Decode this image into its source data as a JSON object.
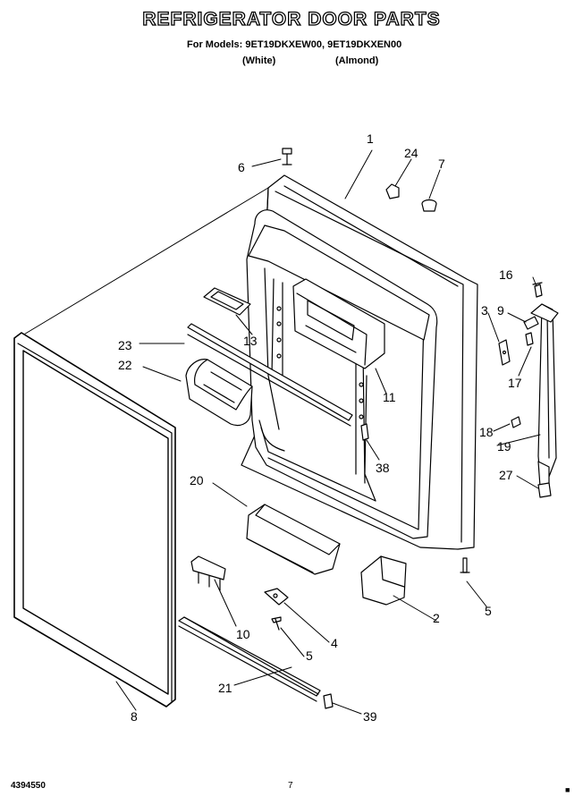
{
  "header": {
    "title": "REFRIGERATOR DOOR PARTS",
    "models": "For Models: 9ET19DKXEW00, 9ET19DKXEN00",
    "color_white": "(White)",
    "color_almond": "(Almond)"
  },
  "footer": {
    "doc_number": "4394550",
    "page_number": "7"
  },
  "callouts": [
    {
      "id": "c1",
      "label": "1"
    },
    {
      "id": "c24",
      "label": "24"
    },
    {
      "id": "c7",
      "label": "7"
    },
    {
      "id": "c6",
      "label": "6"
    },
    {
      "id": "c16",
      "label": "16"
    },
    {
      "id": "c3",
      "label": "3"
    },
    {
      "id": "c9",
      "label": "9"
    },
    {
      "id": "c23",
      "label": "23"
    },
    {
      "id": "c13",
      "label": "13"
    },
    {
      "id": "c22",
      "label": "22"
    },
    {
      "id": "c11",
      "label": "11"
    },
    {
      "id": "c17",
      "label": "17"
    },
    {
      "id": "c18",
      "label": "18"
    },
    {
      "id": "c19",
      "label": "19"
    },
    {
      "id": "c38",
      "label": "38"
    },
    {
      "id": "c27",
      "label": "27"
    },
    {
      "id": "c20",
      "label": "20"
    },
    {
      "id": "c2",
      "label": "2"
    },
    {
      "id": "c5a",
      "label": "5"
    },
    {
      "id": "c10",
      "label": "10"
    },
    {
      "id": "c4",
      "label": "4"
    },
    {
      "id": "c5b",
      "label": "5"
    },
    {
      "id": "c21",
      "label": "21"
    },
    {
      "id": "c39",
      "label": "39"
    },
    {
      "id": "c8",
      "label": "8"
    }
  ]
}
